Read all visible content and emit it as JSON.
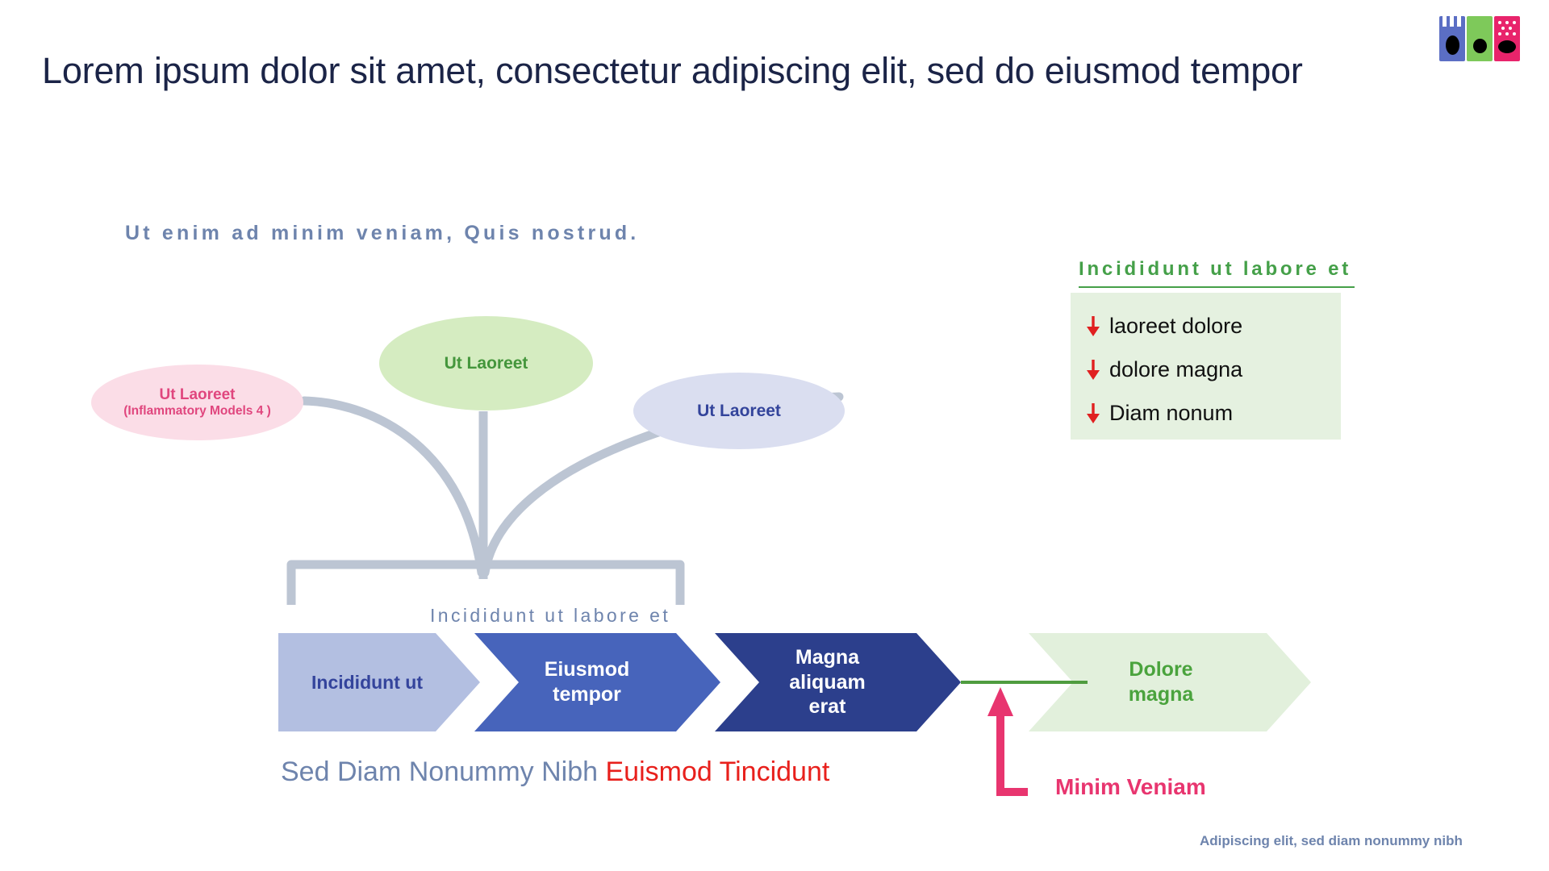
{
  "slide": {
    "title": "Lorem ipsum dolor sit amet, consectetur adipiscing elit, sed do eiusmod tempor",
    "section_subtitle": "Ut enim ad minim veniam, Quis nostrud.",
    "footer": "Adipiscing elit, sed diam nonummy nibh"
  },
  "logo": {
    "panel_1_color": "#5b6ec4",
    "panel_2_color": "#7ec95a",
    "panel_3_color": "#e8246b"
  },
  "mindmap": {
    "nodes": [
      {
        "id": "pink",
        "title": "Ut Laoreet",
        "subtitle": "(Inflammatory Models   4 )",
        "fill": "#fbdde7",
        "text_color": "#e0467e"
      },
      {
        "id": "green",
        "title": "Ut Laoreet",
        "subtitle": "",
        "fill": "#d5ecc1",
        "text_color": "#44963c"
      },
      {
        "id": "lavender",
        "title": "Ut Laoreet",
        "subtitle": "",
        "fill": "#dadef0",
        "text_color": "#33449b"
      }
    ],
    "bracket_label": "Incididunt ut labore et",
    "connector_color": "#bcc5d3"
  },
  "process": {
    "steps": [
      {
        "label": "Incididunt ut",
        "fill": "#b3bfe1",
        "text_color": "#34449c"
      },
      {
        "label": "Eiusmod\ntempor",
        "fill": "#4764bb",
        "text_color": "#ffffff"
      },
      {
        "label": "Magna\naliquam\nerat",
        "fill": "#2c3f8c",
        "text_color": "#ffffff"
      },
      {
        "label": "Dolore\nmagna",
        "fill": "#e2f0dc",
        "text_color": "#4aa33d"
      }
    ],
    "connector_color": "#4f9c3f",
    "callout_label": "Minim Veniam",
    "callout_color": "#e8356f"
  },
  "bottom_caption": {
    "gray_part": "Sed Diam Nonummy Nibh ",
    "red_part": "Euismod Tincidunt"
  },
  "info_panel": {
    "heading": "Incididunt ut labore et",
    "heading_color": "#45a049",
    "box_color": "#e5f1e0",
    "arrow_color": "#e02020",
    "items": [
      {
        "icon": "down-arrow-icon",
        "label": "laoreet dolore"
      },
      {
        "icon": "down-arrow-icon",
        "label": "dolore magna"
      },
      {
        "icon": "down-arrow-icon",
        "label": "Diam nonum"
      }
    ]
  }
}
